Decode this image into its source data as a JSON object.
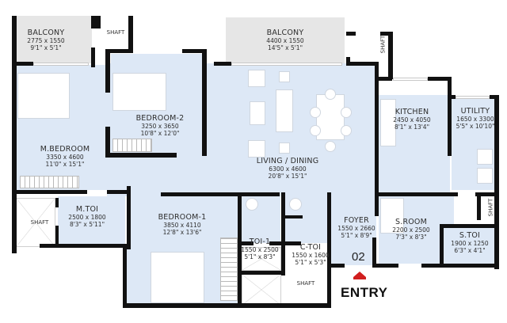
{
  "plan": {
    "unit_number": "02",
    "entry_label": "ENTRY",
    "colors": {
      "room_fill": "#dde8f6",
      "balcony_fill": "#e6e6e6",
      "wall": "#111111",
      "entry_arrow": "#d11f1f"
    },
    "rooms": {
      "balcony_left": {
        "name": "BALCONY",
        "mm": "2775 x 1550",
        "ft": "9'1\" x 5'1\""
      },
      "balcony_center": {
        "name": "BALCONY",
        "mm": "4400 x 1550",
        "ft": "14'5\" x 5'1\""
      },
      "bedroom2": {
        "name": "BEDROOM-2",
        "mm": "3250 x 3650",
        "ft": "10'8\" x 12'0\""
      },
      "master_bedroom": {
        "name": "M.BEDROOM",
        "mm": "3350 x 4600",
        "ft": "11'0\" x 15'1\""
      },
      "living_dining": {
        "name": "LIVING / DINING",
        "mm": "6300 x 4600",
        "ft": "20'8\" x 15'1\""
      },
      "kitchen": {
        "name": "KITCHEN",
        "mm": "2450 x 4050",
        "ft": "8'1\" x 13'4\""
      },
      "utility": {
        "name": "UTILITY",
        "mm": "1650 x 3300",
        "ft": "5'5\" x 10'10\""
      },
      "master_toilet": {
        "name": "M.TOI",
        "mm": "2500 x 1800",
        "ft": "8'3\" x 5'11\""
      },
      "bedroom1": {
        "name": "BEDROOM-1",
        "mm": "3850 x 4110",
        "ft": "12'8\" x 13'6\""
      },
      "toilet1": {
        "name": "TOI-1",
        "mm": "1550 x 2500",
        "ft": "5'1\" x 8'3\""
      },
      "common_toilet": {
        "name": "C-TOI",
        "mm": "1550 x 1600",
        "ft": "5'1\" x 5'3\""
      },
      "foyer": {
        "name": "FOYER",
        "mm": "1550 x 2660",
        "ft": "5'1\" x 8'9\""
      },
      "servant_room": {
        "name": "S.ROOM",
        "mm": "2200 x 2500",
        "ft": "7'3\" x 8'3\""
      },
      "servant_toilet": {
        "name": "S.TOI",
        "mm": "1900 x 1250",
        "ft": "6'3\" x 4'1\""
      }
    },
    "shafts": {
      "top_left": "SHAFT",
      "top_right": "SHAFT",
      "left": "SHAFT",
      "bottom": "SHAFT",
      "right": "SHAFT"
    }
  }
}
